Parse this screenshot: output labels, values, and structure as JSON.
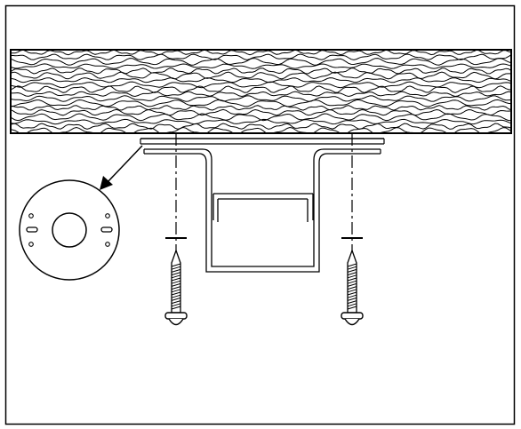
{
  "figure": {
    "background": "#ffffff",
    "line_color": "#000000",
    "parts": {
      "ceiling_board": "wood-grain-beam",
      "mounting_plate": "flat-bracket-plate",
      "bracket": "u-shaped-hanging-bracket",
      "screws": "wood-screws",
      "detail": "round-mounting-plate-detail"
    },
    "screw_count": 2,
    "detail_plate_hole_count": 4,
    "detail_plate_slot_count": 2
  }
}
